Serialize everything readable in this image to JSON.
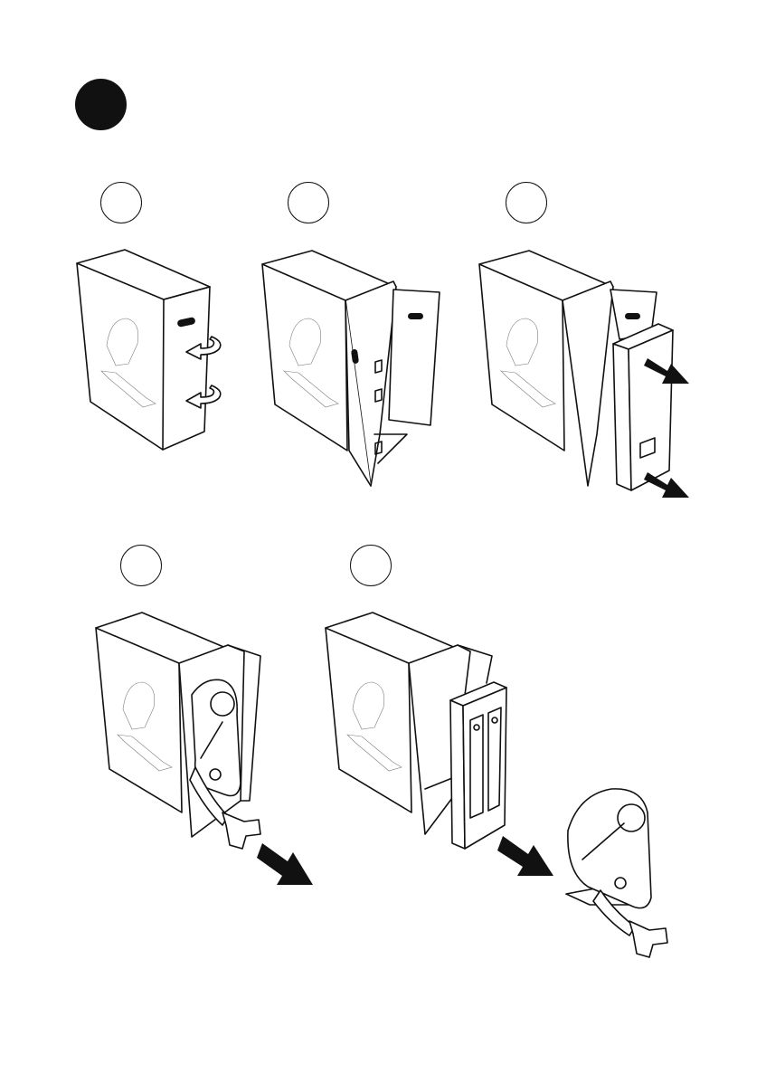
{
  "page": {
    "step_badge_color": "#111111",
    "sub_steps": [
      {
        "id": "1",
        "icon": "open-end-flaps-icon"
      },
      {
        "id": "2",
        "icon": "opened-box-icon"
      },
      {
        "id": "3",
        "icon": "remove-insert-icon"
      },
      {
        "id": "4",
        "icon": "remove-tap-icon"
      },
      {
        "id": "5",
        "icon": "remove-tray-icon"
      }
    ]
  }
}
